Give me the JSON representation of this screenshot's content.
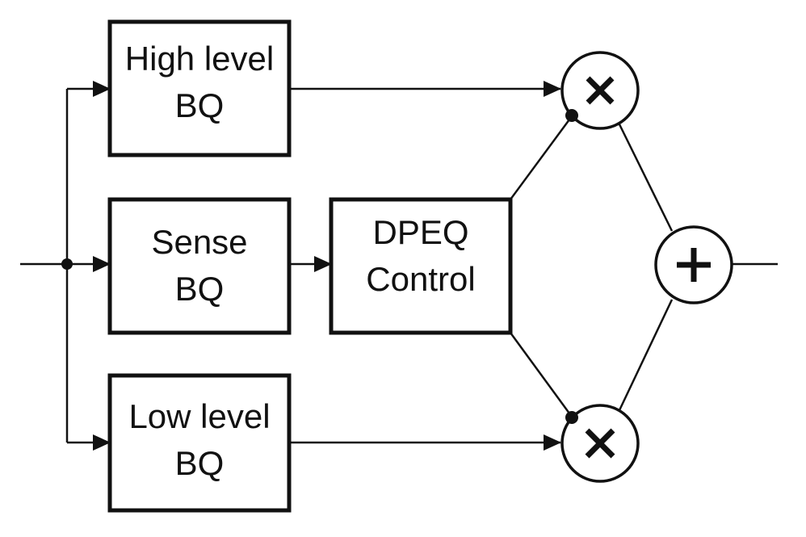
{
  "blocks": {
    "high": {
      "line1": "High level",
      "line2": "BQ"
    },
    "sense": {
      "line1": "Sense",
      "line2": "BQ"
    },
    "low": {
      "line1": "Low level",
      "line2": "BQ"
    },
    "dpeq": {
      "line1": "DPEQ",
      "line2": "Control"
    }
  },
  "operators": {
    "multiply": "multiply-icon",
    "add": "plus-icon"
  },
  "colors": {
    "stroke": "#111111",
    "background": "#ffffff"
  }
}
